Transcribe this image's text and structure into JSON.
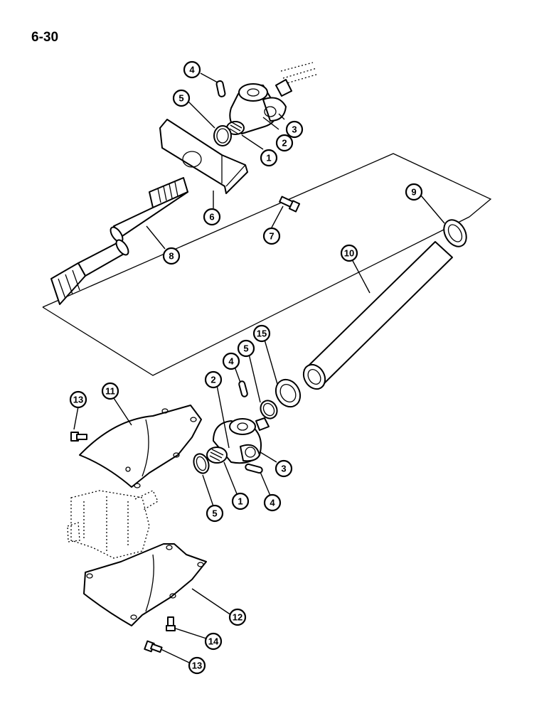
{
  "page": {
    "number": "6-30"
  },
  "diagram": {
    "type": "exploded parts view",
    "callouts": {
      "c_4_top": "4",
      "c_5_top": "5",
      "c_3_top": "3",
      "c_2_top": "2",
      "c_1_top": "1",
      "c_6": "6",
      "c_7": "7",
      "c_8": "8",
      "c_9": "9",
      "c_10": "10",
      "c_15": "15",
      "c_5_mid": "5",
      "c_4_mid": "4",
      "c_2_mid": "2",
      "c_3_mid": "3",
      "c_1_mid": "1",
      "c_4_low": "4",
      "c_5_low": "5",
      "c_11": "11",
      "c_13_top": "13",
      "c_12": "12",
      "c_14": "14",
      "c_13_bottom": "13"
    }
  }
}
